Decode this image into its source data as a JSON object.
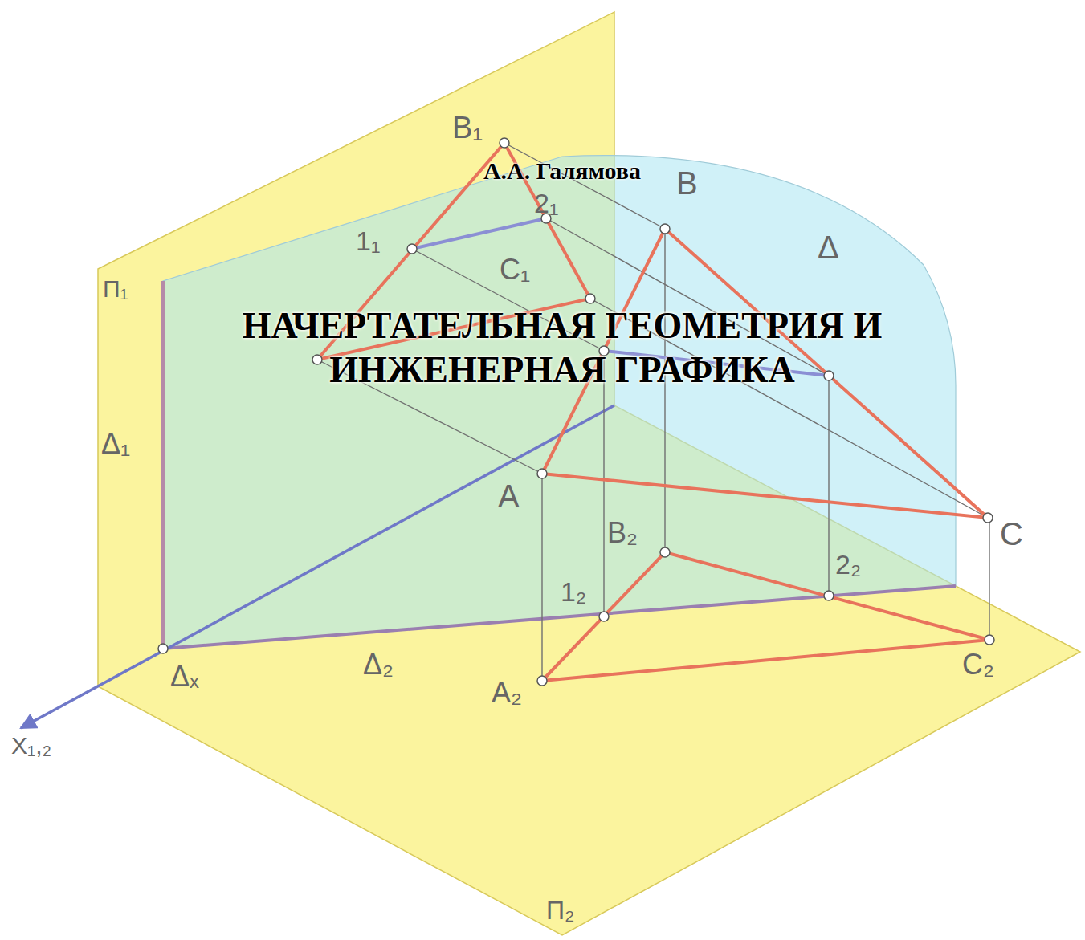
{
  "diagram": {
    "title": "НАЧЕРТАТЕЛЬНАЯ ГЕОМЕТРИЯ И ИНЖЕНЕРНАЯ ГРАФИКА",
    "labels": [
      "А.А. Галямова",
      "B₁",
      "2₁",
      "1₁",
      "C₁",
      "П₁",
      "Δ₁",
      "B",
      "Δ",
      "A",
      "C",
      "B₂",
      "1₂",
      "2₂",
      "Δₓ",
      "Δ₂",
      "A₂",
      "C₂",
      "X₁,₂",
      "П₂"
    ]
  }
}
